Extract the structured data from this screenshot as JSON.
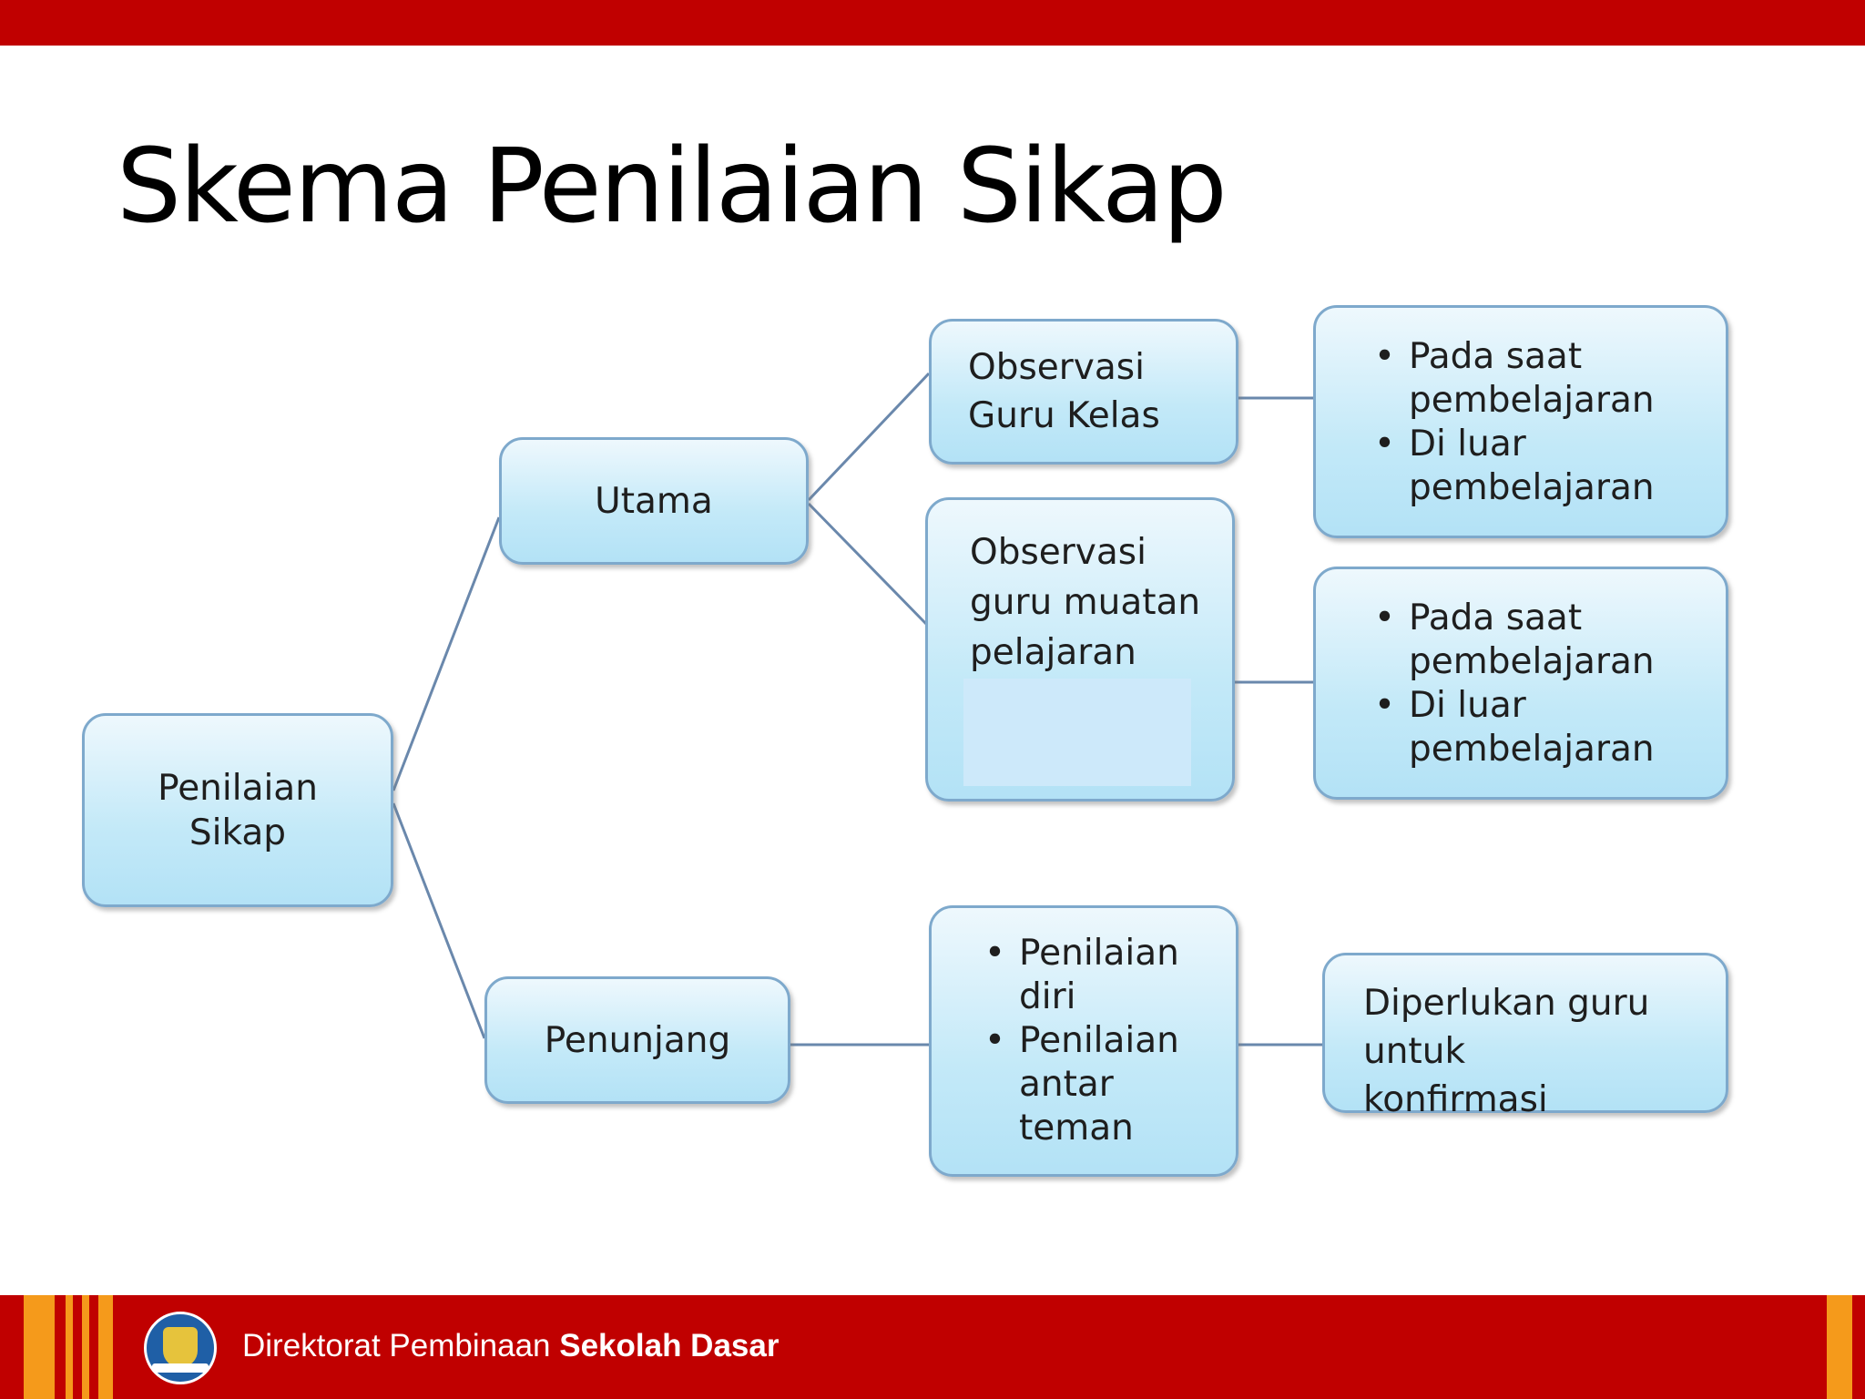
{
  "title": "Skema Penilaian Sikap",
  "diagram": {
    "root": "Penilaian Sikap",
    "utama": "Utama",
    "penunjang": "Penunjang",
    "observasi_guru_kelas": "Observasi Guru Kelas",
    "observasi_guru_muatan": "Observasi guru muatan pelajaran",
    "detail_guru_kelas": [
      "Pada saat pembelajaran",
      "Di luar pembelajaran"
    ],
    "detail_guru_muatan": [
      "Pada saat pembelajaran",
      "Di luar pembelajaran"
    ],
    "penunjang_methods": [
      "Penilaian diri",
      "Penilaian antar teman"
    ],
    "konfirmasi": "Diperlukan guru untuk konfirmasi"
  },
  "footer": {
    "prefix": "Direktorat Pembinaan",
    "bold": "Sekolah Dasar"
  },
  "colors": {
    "brand_red": "#c00000",
    "accent_orange": "#f59a1b",
    "box_fill": "#c3e9f8",
    "box_border": "#7ea9cc",
    "connector": "#6a88ac"
  }
}
